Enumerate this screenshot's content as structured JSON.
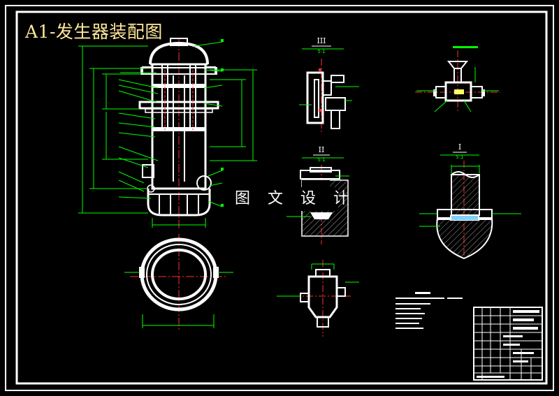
{
  "title": "A1-发生器装配图",
  "watermark": "图 文 设 计",
  "section_labels": {
    "section_3": "III",
    "section_3_scale": "5:1",
    "section_2": "II",
    "section_2_scale": "5:1",
    "section_1": "I",
    "section_1_scale": "5:1"
  },
  "colors": {
    "background": "#000000",
    "border": "#ffffff",
    "part": "#ffffff",
    "dimension": "#00ff00",
    "centerline": "#ff3030",
    "hatch": "#b0b0b0",
    "leader_text": "#00ff00",
    "title": "#ffe89a",
    "weld_tag": "#ffff66"
  }
}
